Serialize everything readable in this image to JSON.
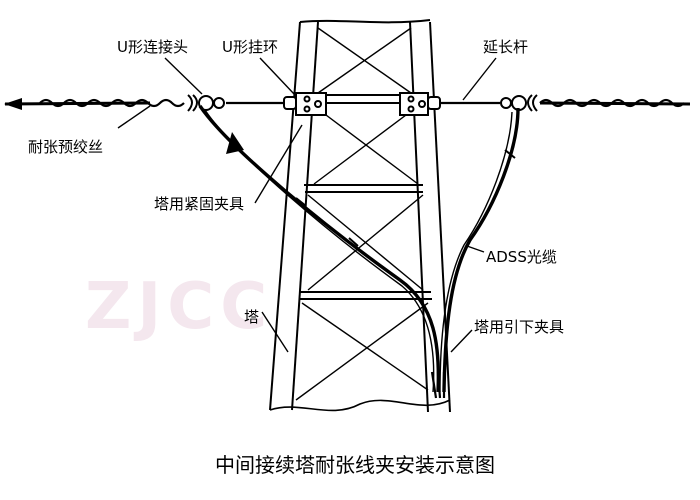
{
  "labels": {
    "u_connector": "U形连接头",
    "u_hanging_ring": "U形挂环",
    "extension_rod": "延长杆",
    "tension_preformed_wire": "耐张预绞丝",
    "tower_clamp": "塔用紧固夹具",
    "adss_cable": "ADSS光缆",
    "tower": "塔",
    "tower_downlead_clamp": "塔用引下夹具"
  },
  "caption": "中间接续塔耐张线夹安装示意图",
  "watermark": "ZJCC",
  "colors": {
    "line": "#000000",
    "background": "#ffffff",
    "watermark": "#f4e7ee"
  }
}
